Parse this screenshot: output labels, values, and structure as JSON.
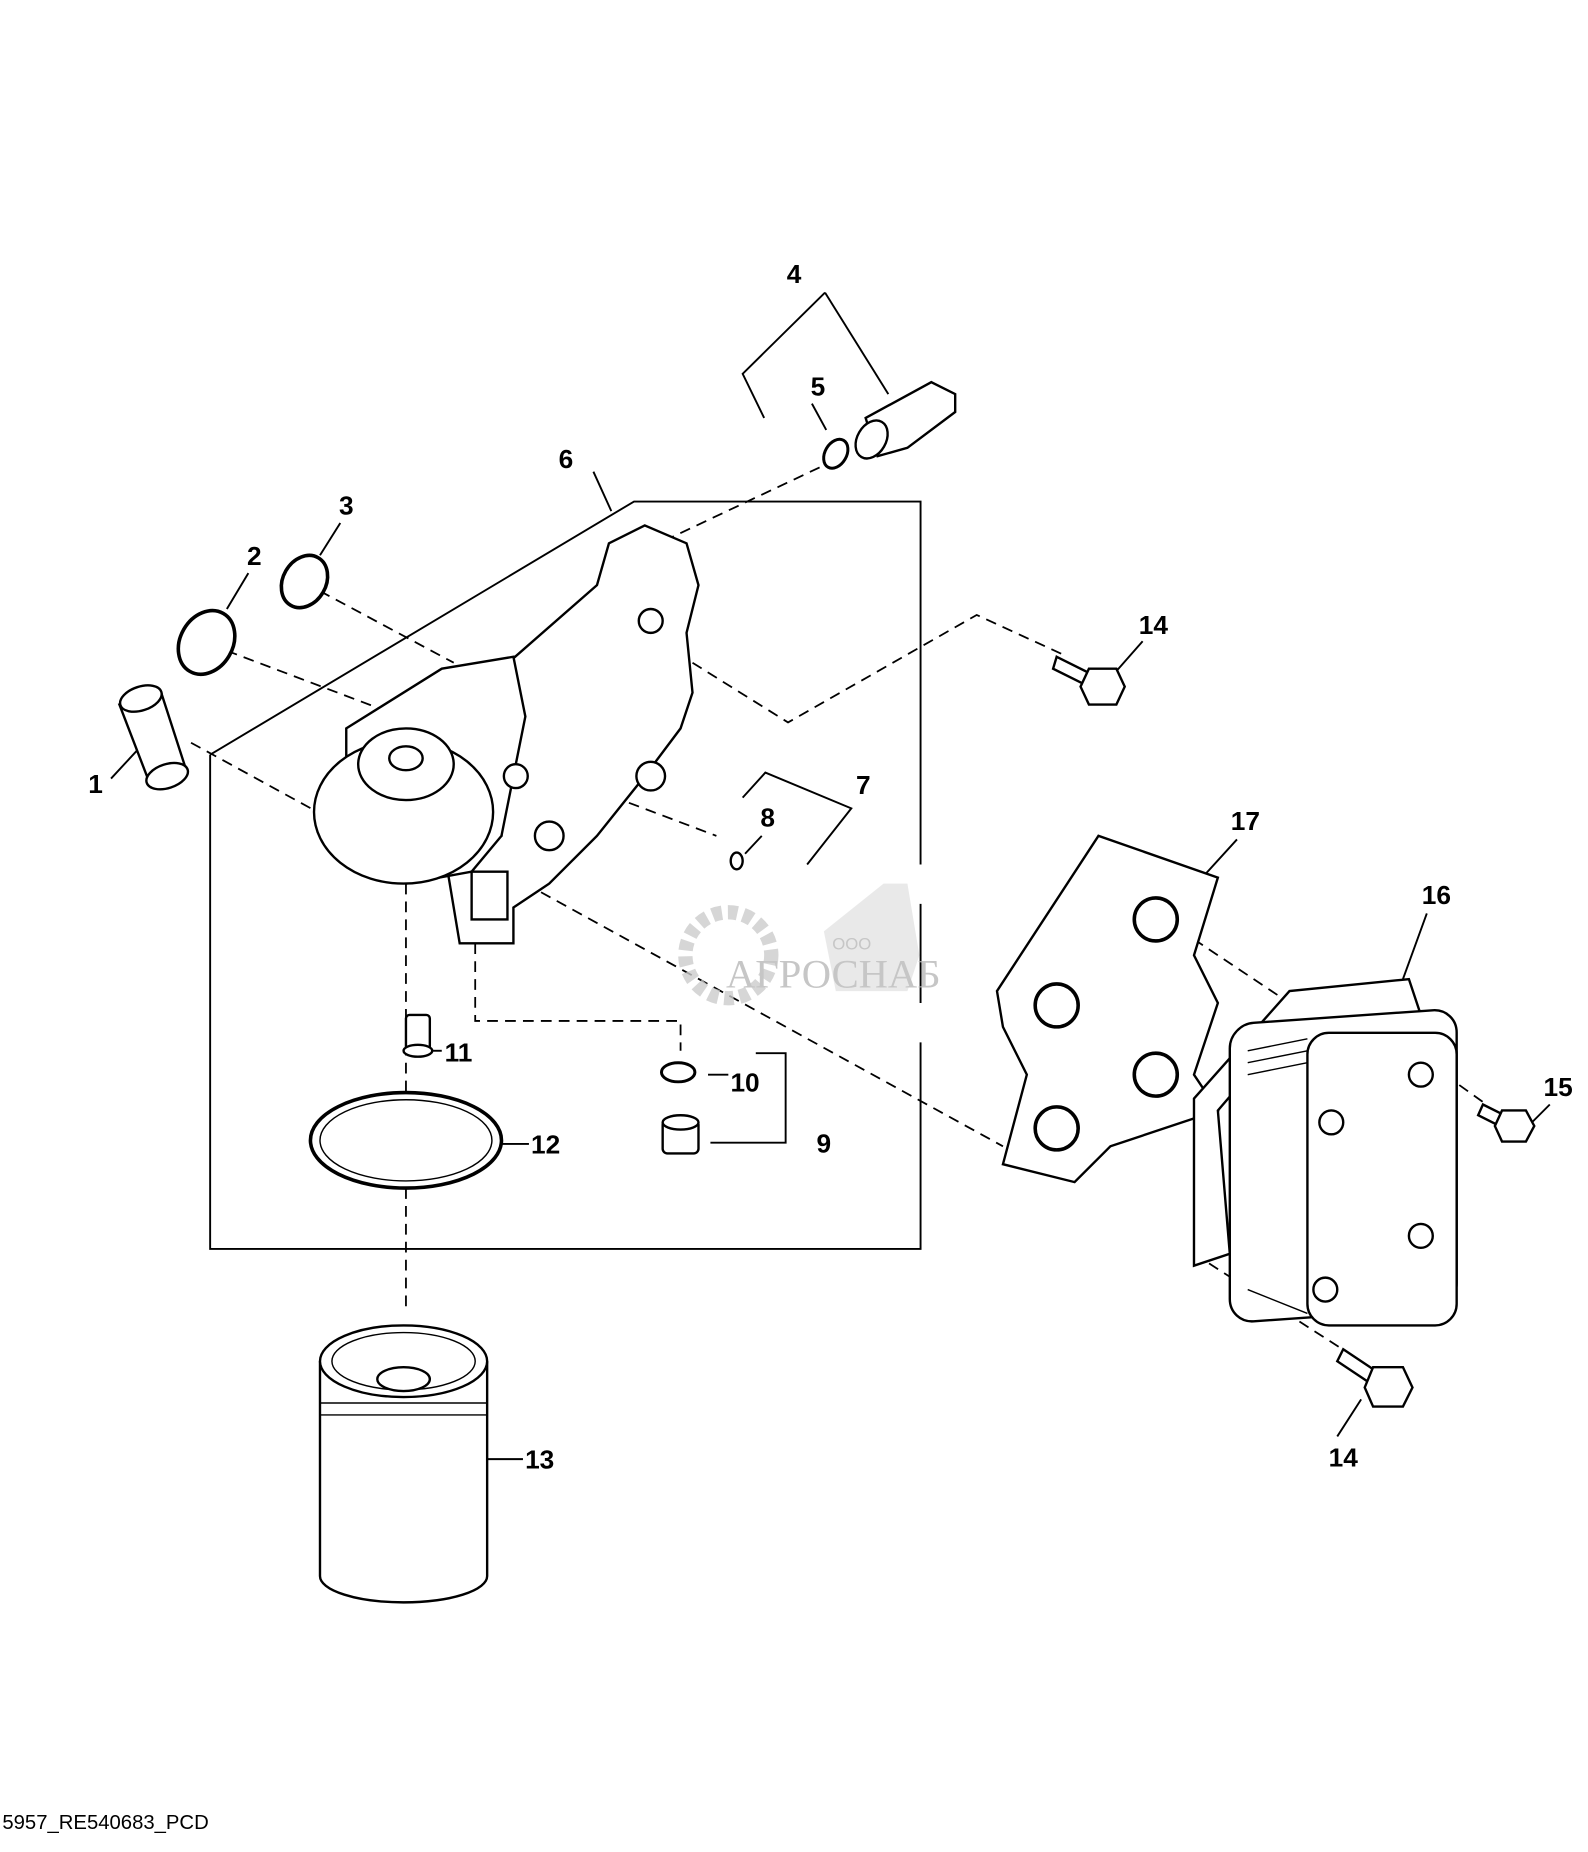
{
  "callouts": [
    "1",
    "2",
    "3",
    "4",
    "5",
    "6",
    "7",
    "8",
    "9",
    "10",
    "11",
    "12",
    "13",
    "14",
    "14",
    "15",
    "16",
    "17"
  ],
  "watermark": {
    "prefix": "ООО",
    "name": "АГРОСНАБ"
  },
  "footer": {
    "drawing_id": "5957_RE540683_PCD"
  }
}
